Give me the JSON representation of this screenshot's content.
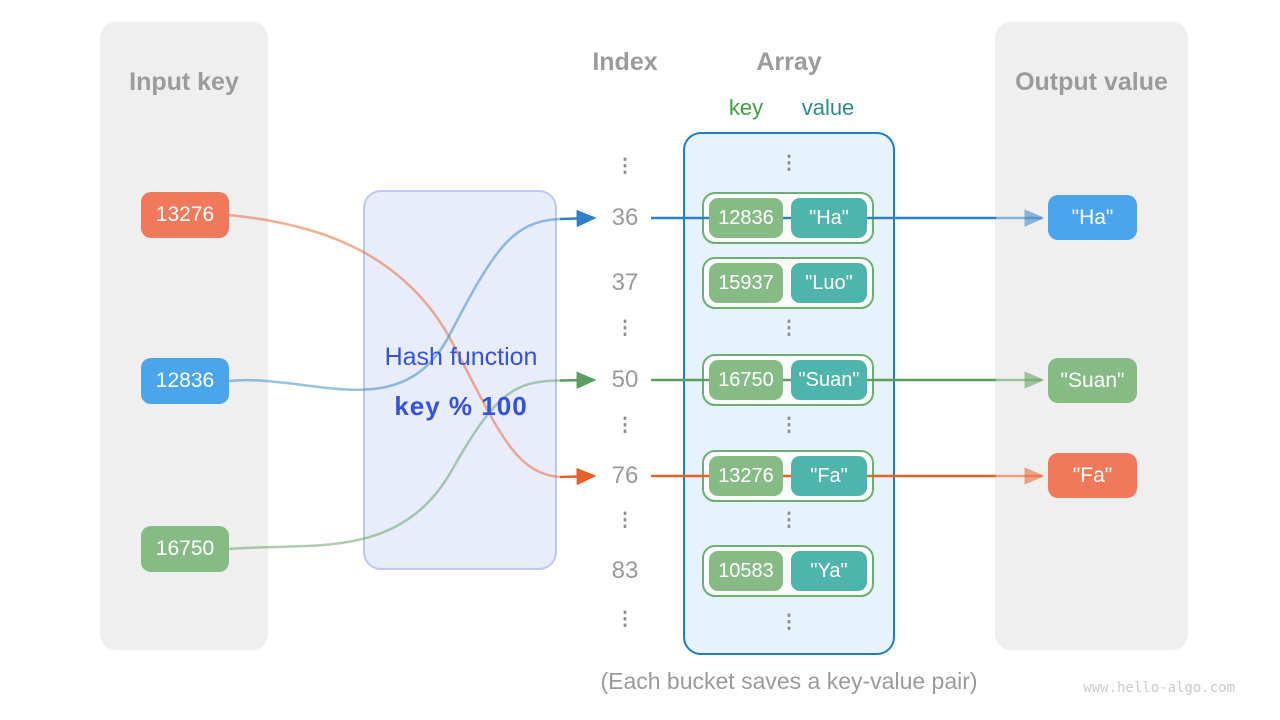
{
  "input_panel": {
    "title": "Input key",
    "keys": [
      {
        "label": "13276",
        "color": "#f0795b"
      },
      {
        "label": "12836",
        "color": "#4ba5ea"
      },
      {
        "label": "16750",
        "color": "#86bb86"
      }
    ]
  },
  "hash_box": {
    "title": "Hash function",
    "formula": "key % 100"
  },
  "index_column": {
    "title": "Index",
    "cells": [
      "⋮",
      "36",
      "37",
      "⋮",
      "50",
      "⋮",
      "76",
      "⋮",
      "83",
      "⋮"
    ]
  },
  "array_panel": {
    "title": "Array",
    "key_header": "key",
    "value_header": "value",
    "ellipsis": "⋮",
    "buckets": [
      {
        "key": "12836",
        "value": "\"Ha\""
      },
      {
        "key": "15937",
        "value": "\"Luo\""
      },
      {
        "key": "16750",
        "value": "\"Suan\""
      },
      {
        "key": "13276",
        "value": "\"Fa\""
      },
      {
        "key": "10583",
        "value": "\"Ya\""
      }
    ]
  },
  "output_panel": {
    "title": "Output value",
    "values": [
      {
        "label": "\"Ha\"",
        "color": "#4ba5ea"
      },
      {
        "label": "\"Suan\"",
        "color": "#86bb86"
      },
      {
        "label": "\"Fa\"",
        "color": "#f0795b"
      }
    ]
  },
  "caption": "(Each bucket saves a key-value pair)",
  "watermark": "www.hello-algo.com",
  "colors": {
    "panel_gray": "#efeff0",
    "title_gray": "#9b9b9b",
    "hash_bg": "#e8ecfb",
    "hash_border": "#bec8f2",
    "hash_text": "#3352e1",
    "array_bg": "#e6f2fc",
    "array_border": "#1e7dc5",
    "bucket_border": "#6dae71",
    "key_header_green": "#3e9e47",
    "value_header_teal": "#2e8c84",
    "arrow_blue": "#2f81c4",
    "arrow_green": "#5c9e5f",
    "arrow_orange": "#e8602a"
  }
}
